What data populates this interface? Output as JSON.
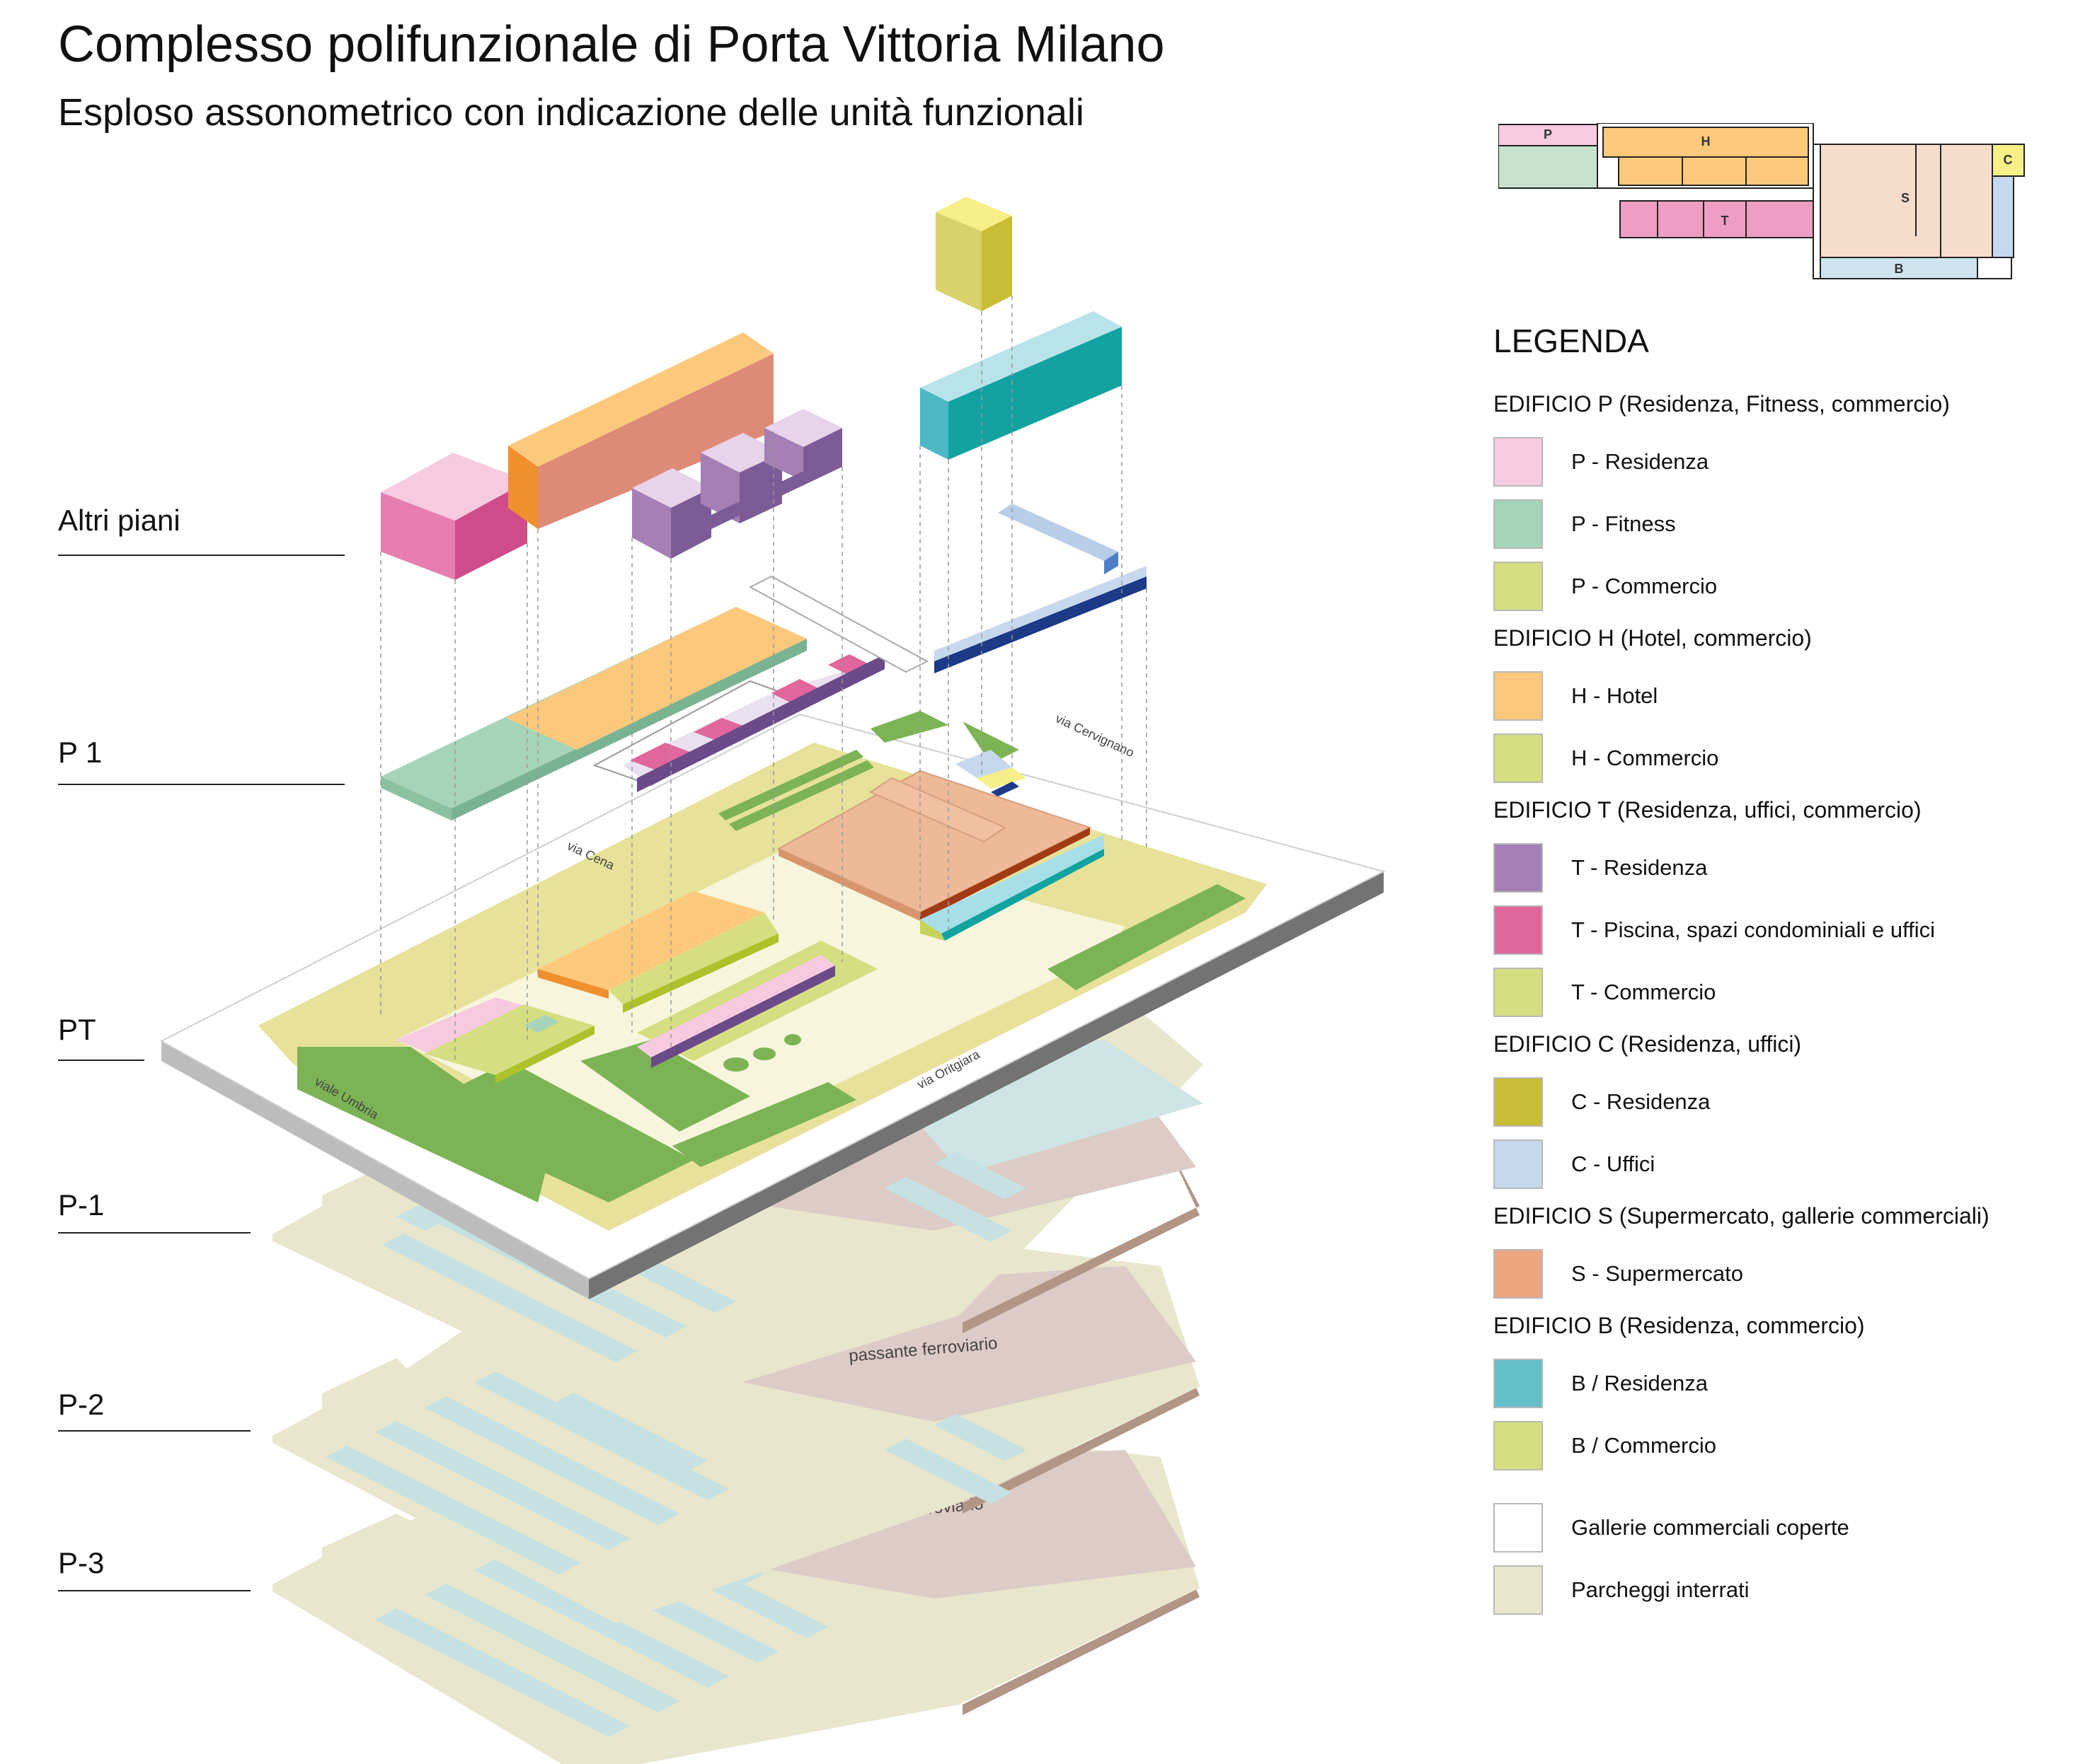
{
  "header": {
    "title": "Complesso polifunzionale di Porta Vittoria Milano",
    "subtitle": "Esploso assonometrico con indicazione delle unità funzionali"
  },
  "floors": [
    {
      "label": "Altri piani"
    },
    {
      "label": "P 1"
    },
    {
      "label": "PT"
    },
    {
      "label": "P-1"
    },
    {
      "label": "P-2"
    },
    {
      "label": "P-3"
    }
  ],
  "streets": {
    "via_cena": "via Cena",
    "via_cervignano": "via Cervignano",
    "via_oritgiara": "via Oritgiara",
    "viale_umbria": "viale Umbria"
  },
  "rail": {
    "label_p2": "passante ferroviario",
    "label_p3": "passante ferroviario"
  },
  "key_plan": {
    "labels": {
      "p": "P",
      "h": "H",
      "t": "T",
      "s": "S",
      "c": "C",
      "b": "B"
    }
  },
  "legend": {
    "title": "LEGENDA",
    "groups": [
      {
        "title": "EDIFICIO P (Residenza, Fitness, commercio)",
        "items": [
          {
            "label": "P - Residenza",
            "color": "#f6cbe0"
          },
          {
            "label": "P - Fitness",
            "color": "#a6d4b8"
          },
          {
            "label": "P - Commercio",
            "color": "#d5de80"
          }
        ]
      },
      {
        "title": "EDIFICIO H (Hotel, commercio)",
        "items": [
          {
            "label": "H - Hotel",
            "color": "#fcc97c"
          },
          {
            "label": "H - Commercio",
            "color": "#d5de80"
          }
        ]
      },
      {
        "title": "EDIFICIO T (Residenza, uffici, commercio)",
        "items": [
          {
            "label": "T - Residenza",
            "color": "#a57fb5"
          },
          {
            "label": "T - Piscina, spazi condominiali e uffici",
            "color": "#e0669c"
          },
          {
            "label": "T - Commercio",
            "color": "#d5de80"
          }
        ]
      },
      {
        "title": "EDIFICIO C (Residenza, uffici)",
        "items": [
          {
            "label": "C - Residenza",
            "color": "#c9bd36"
          },
          {
            "label": "C - Uffici",
            "color": "#c6d8ee"
          }
        ]
      },
      {
        "title": "EDIFICIO S (Supermercato, gallerie commerciali)",
        "items": [
          {
            "label": "S - Supermercato",
            "color": "#eda67f"
          }
        ]
      },
      {
        "title": "EDIFICIO B (Residenza, commercio)",
        "items": [
          {
            "label": "B / Residenza",
            "color": "#65bfc6"
          },
          {
            "label": "B / Commercio",
            "color": "#d5de80"
          }
        ]
      }
    ],
    "extras": [
      {
        "label": "Gallerie commerciali coperte",
        "color": "#ffffff"
      },
      {
        "label": "Parcheggi interrati",
        "color": "#e8e6cd"
      }
    ]
  }
}
